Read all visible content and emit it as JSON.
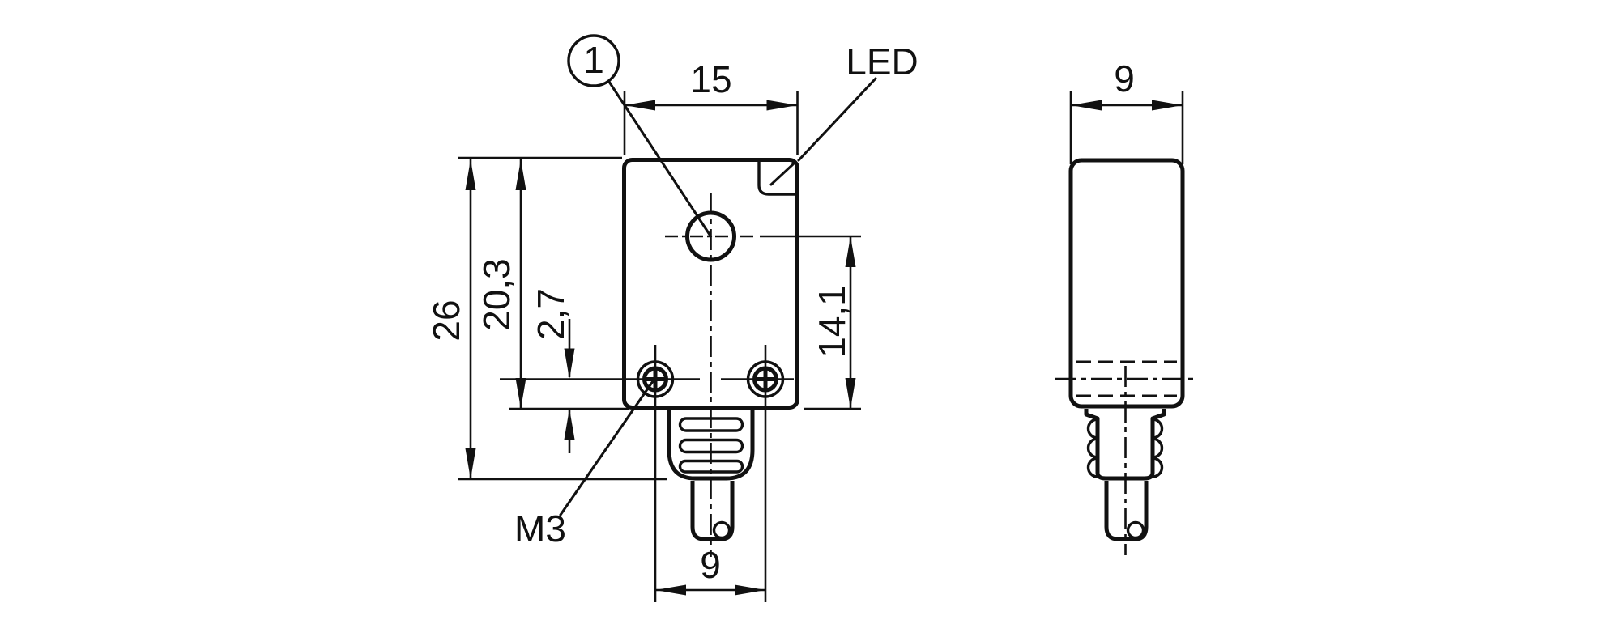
{
  "front_view": {
    "dim_width": "15",
    "dim_overall_height": "26",
    "dim_body_height": "20,3",
    "dim_hole_offset": "2,7",
    "dim_face_to_bottom": "14,1",
    "dim_hole_spacing": "9",
    "label_thread": "M3",
    "label_led": "LED",
    "label_sensing_face": "1"
  },
  "side_view": {
    "dim_depth": "9"
  },
  "colors": {
    "ink": "#111111",
    "background": "#ffffff"
  }
}
